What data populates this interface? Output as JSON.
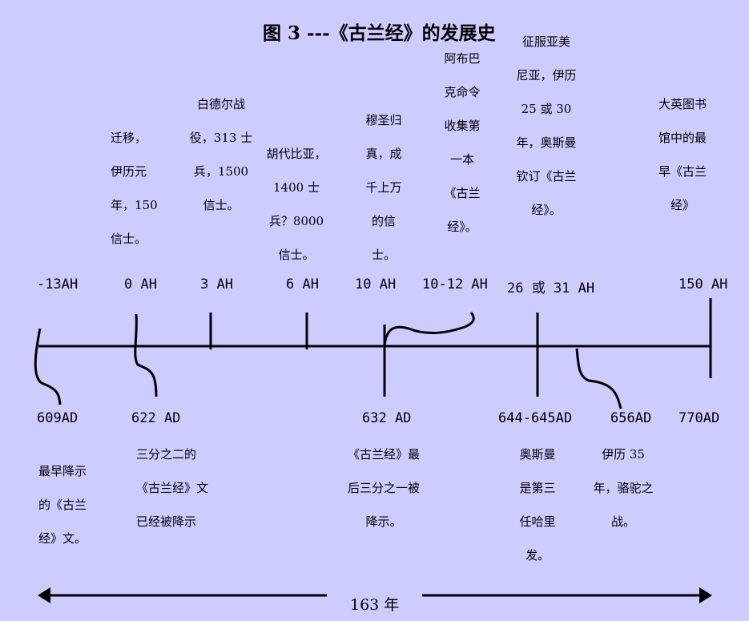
{
  "title": "图 3 ---《古兰经》的发展史",
  "ah_labels": [
    "-13AH",
    "0 AH",
    "3 AH",
    "6 AH",
    "10 AH",
    "10-12 AH",
    "26 或 31 AH",
    "150 AH"
  ],
  "ad_labels": [
    "609AD",
    "622 AD",
    "632 AD",
    "644-645AD",
    "656AD",
    "770AD"
  ],
  "top_events": [
    {
      "lines": [
        "迁移，",
        "伊历元",
        "年，150",
        "信士。"
      ]
    },
    {
      "lines": [
        "白德尔战",
        "役，313 士",
        "兵，1500",
        "信士。"
      ]
    },
    {
      "lines": [
        "胡代比亚，",
        "1400 士",
        "兵？8000",
        "信士。"
      ]
    },
    {
      "lines": [
        "穆圣归",
        "真，成",
        "千上万",
        "的信",
        "士。"
      ]
    },
    {
      "lines": [
        "阿布巴",
        "克命令",
        "收集第",
        "一本",
        "《古兰",
        "经》。"
      ]
    },
    {
      "lines": [
        "征服亚美",
        "尼亚，伊历",
        "25 或 30",
        "年，奥斯曼",
        "钦订《古兰",
        "经》。"
      ]
    },
    {
      "lines": [
        "大英图书",
        "馆中的最",
        "早《古兰",
        "经》"
      ]
    }
  ],
  "bottom_events": [
    {
      "lines": [
        "最早降示",
        "的《古兰",
        "经》文。"
      ]
    },
    {
      "lines": [
        "三分之二的",
        "《古兰经》文",
        "已经被降示"
      ]
    },
    {
      "lines": [
        "《古兰经》最",
        "后三分之一被",
        "降示。"
      ]
    },
    {
      "lines": [
        "奥斯曼",
        "是第三",
        "任哈里",
        "发。"
      ]
    },
    {
      "lines": [
        "伊历 35",
        "年，骆驼之",
        "战。"
      ]
    }
  ],
  "span_label": "163 年"
}
